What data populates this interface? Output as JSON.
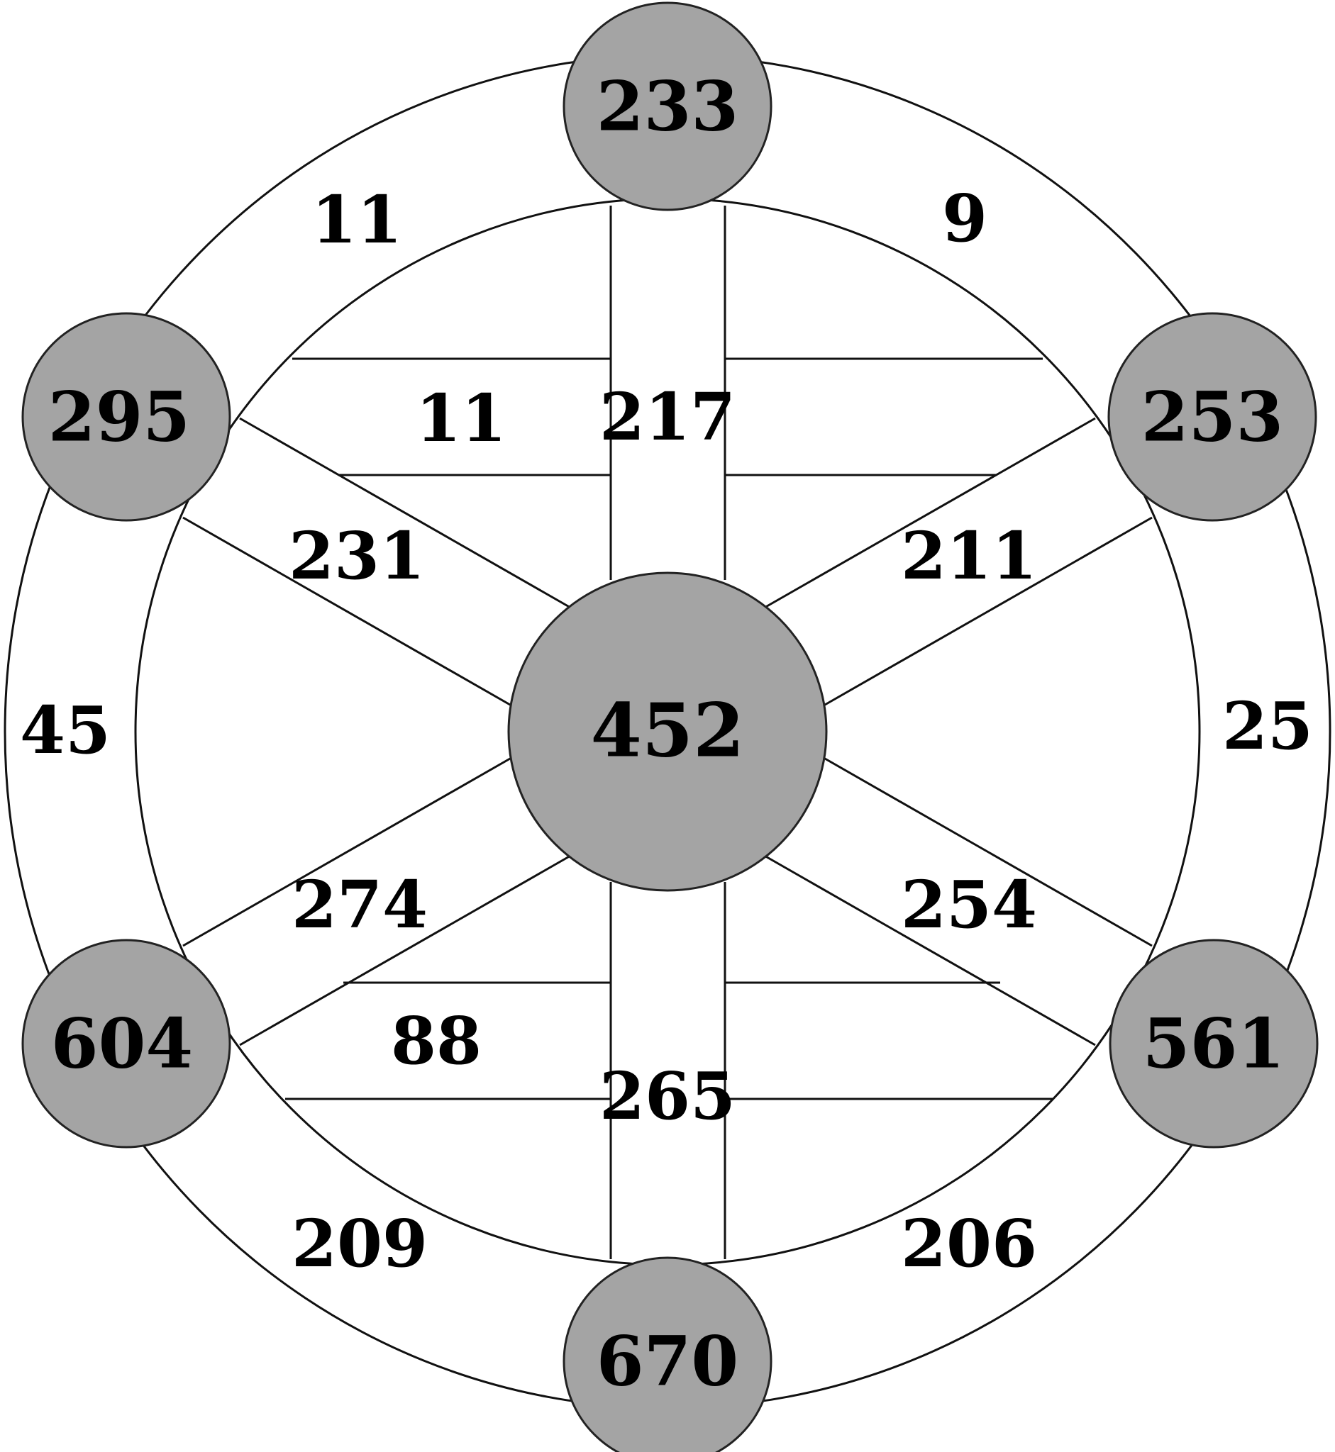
{
  "colors": {
    "background": "#ffffff",
    "line": "#111111",
    "node_fill": "#a4a4a4",
    "text": "#000000"
  },
  "nodes": {
    "top": "233",
    "upper_left": "295",
    "upper_right": "253",
    "center": "452",
    "lower_left": "604",
    "lower_right": "561",
    "bottom": "670"
  },
  "edges": {
    "outer_top_left": "11",
    "outer_top_right": "9",
    "outer_left": "45",
    "outer_right": "25",
    "outer_bottom_left": "209",
    "outer_bottom_right": "206",
    "upper_band": "11",
    "lower_band": "88",
    "spoke_top": "217",
    "spoke_bottom": "265",
    "spoke_upper_left": "231",
    "spoke_upper_right": "211",
    "spoke_lower_left": "274",
    "spoke_lower_right": "254"
  }
}
